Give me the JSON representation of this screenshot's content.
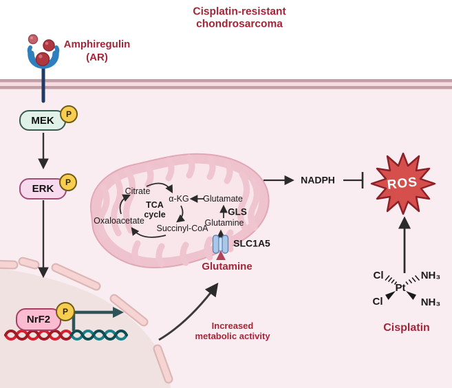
{
  "title": {
    "line1": "Cisplatin-resistant",
    "line2": "chondrosarcoma"
  },
  "ligand": {
    "name": "Amphiregulin",
    "abbr": "(AR)"
  },
  "signaling": {
    "mek": "MEK",
    "erk": "ERK",
    "nrf2": "NrF2",
    "phospho": "P"
  },
  "mitochondria": {
    "citrate": "Citrate",
    "tca_line1": "TCA",
    "tca_line2": "cycle",
    "akg": "α-KG",
    "glutamate": "Glutamate",
    "gls": "GLS",
    "oxaloacetate": "Oxaloacetate",
    "succinyl_coa": "Succinyl-CoA",
    "glutamine_matrix": "Glutamine",
    "transporter": "SLC1A5",
    "glutamine_cytosol": "Glutamine"
  },
  "annotations": {
    "metabolic_line1": "Increased",
    "metabolic_line2": "metabolic activity"
  },
  "redox": {
    "nadph": "NADPH",
    "ros": "ROS"
  },
  "cisplatin": {
    "pt": "Pt",
    "cl_top": "Cl",
    "cl_bottom": "Cl",
    "nh3_top": "NH₃",
    "nh3_bottom": "NH₃",
    "label": "Cisplatin"
  },
  "colors": {
    "accent_red": "#A32638",
    "ros_fill": "#D5504D",
    "ros_border": "#8C2027",
    "phospho_yellow": "#F7CE4F",
    "receptor_blue": "#2E7FBE",
    "membrane_stripe": "#C29FA7",
    "dna_red": "#D6202F",
    "dna_teal": "#1B7F87",
    "mitochondria_pink": "#EFC3CE"
  }
}
